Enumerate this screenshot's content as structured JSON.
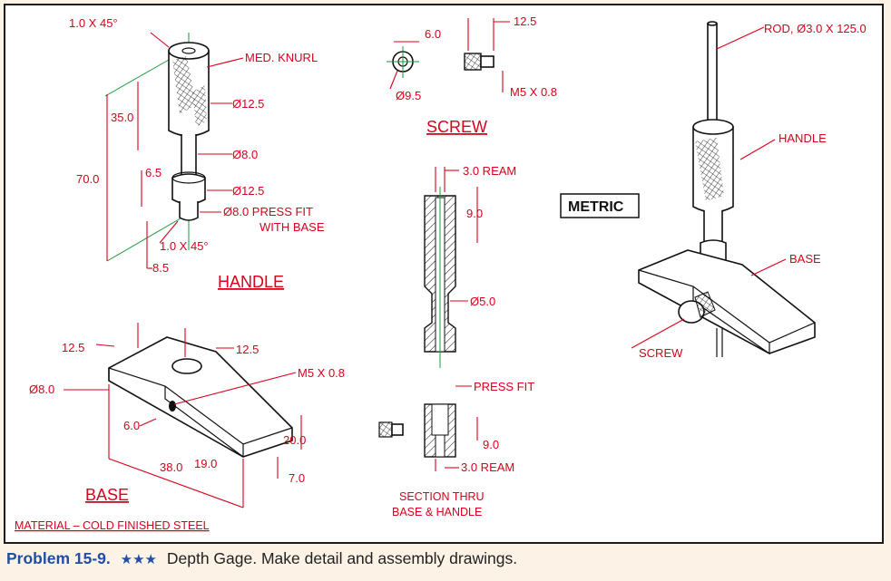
{
  "handle": {
    "title": "HANDLE",
    "labels": {
      "chamfer_top": "1.0 X 45°",
      "knurl": "MED. KNURL",
      "dia_knurl": "Ø12.5",
      "len_35": "35.0",
      "dia_8": "Ø8.0",
      "len_70": "70.0",
      "len_6_5": "6.5",
      "dia_collar": "Ø12.5",
      "press_fit_1": "Ø8.0 PRESS FIT",
      "press_fit_2": "WITH BASE",
      "chamfer_bottom": "1.0 X 45°",
      "len_8_5": "8.5"
    }
  },
  "screw": {
    "title": "SCREW",
    "labels": {
      "dim_6": "6.0",
      "dim_12_5": "12.5",
      "dia_9_5": "Ø9.5",
      "thread": "M5 X 0.8"
    }
  },
  "section": {
    "labels": {
      "ream_top": "3.0 REAM",
      "dim_9": "9.0",
      "dia_5": "Ø5.0",
      "press_fit": "PRESS FIT",
      "dim_9b": "9.0",
      "ream_bottom": "3.0 REAM"
    },
    "title_1": "SECTION THRU",
    "title_2": "BASE & HANDLE"
  },
  "metric": "METRIC",
  "base": {
    "title": "BASE",
    "material": "MATERIAL – COLD FINISHED STEEL",
    "labels": {
      "dim_12_5_left": "12.5",
      "dim_12_5_right": "12.5",
      "dia_8": "Ø8.0",
      "thread": "M5 X 0.8",
      "dim_6": "6.0",
      "dim_20": "20.0",
      "dim_38": "38.0",
      "dim_19": "19.0",
      "dim_7": "7.0"
    }
  },
  "assembly": {
    "labels": {
      "rod": "ROD, Ø3.0 X 125.0",
      "handle": "HANDLE",
      "base": "BASE",
      "screw": "SCREW"
    }
  },
  "caption": {
    "problem": "Problem 15-9.",
    "stars": "★★★",
    "text": "Depth Gage. Make detail and assembly drawings."
  }
}
